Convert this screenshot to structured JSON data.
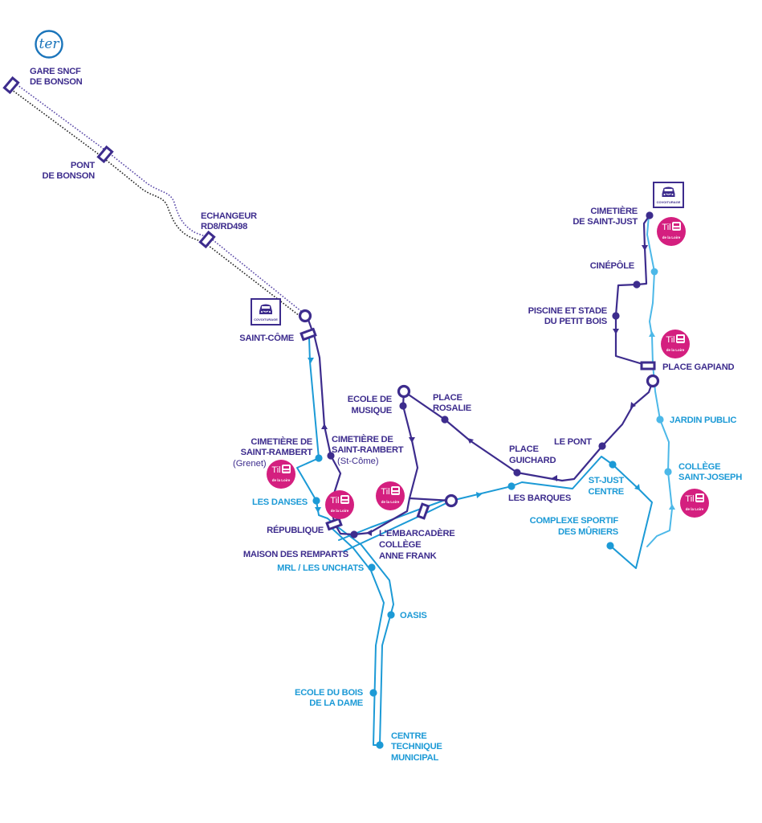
{
  "colors": {
    "purple_line": "#3d2c8d",
    "blue_line": "#1c9ad6",
    "cyan_line": "#4cb8e8",
    "til_magenta": "#d41f7f",
    "ter_blue": "#1b75bb"
  },
  "logos": {
    "ter": "ter",
    "til": {
      "name": "Til",
      "subtitle": "de la Loire"
    },
    "covoiturage": "COVOITURAGE"
  },
  "stations": [
    {
      "id": "gare-sncf-bonson",
      "lines": [
        "GARE SNCF",
        "DE BONSON"
      ]
    },
    {
      "id": "pont-de-bonson",
      "lines": [
        "PONT",
        "DE BONSON"
      ]
    },
    {
      "id": "echangeur",
      "lines": [
        "ECHANGEUR",
        "RD8/RD498"
      ]
    },
    {
      "id": "saint-come",
      "lines": [
        "SAINT-CÔME"
      ]
    },
    {
      "id": "cimetiere-saint-rambert-grenet",
      "lines": [
        "CIMETIÈRE DE",
        "SAINT-RAMBERT",
        "(Grenet)"
      ]
    },
    {
      "id": "cimetiere-saint-rambert-st-come",
      "lines": [
        "CIMETIÈRE DE",
        "SAINT-RAMBERT",
        "(St-Côme)"
      ]
    },
    {
      "id": "ecole-de-musique",
      "lines": [
        "ECOLE DE",
        "MUSIQUE"
      ]
    },
    {
      "id": "place-rosalie",
      "lines": [
        "PLACE",
        "ROSALIE"
      ]
    },
    {
      "id": "place-guichard",
      "lines": [
        "PLACE",
        "GUICHARD"
      ]
    },
    {
      "id": "le-pont",
      "lines": [
        "LE PONT"
      ]
    },
    {
      "id": "les-danses",
      "lines": [
        "LES DANSES"
      ]
    },
    {
      "id": "republique",
      "lines": [
        "RÉPUBLIQUE"
      ]
    },
    {
      "id": "maison-des-remparts",
      "lines": [
        "MAISON DES REMPARTS"
      ]
    },
    {
      "id": "mrl-les-unchats",
      "lines": [
        "MRL / LES UNCHATS"
      ]
    },
    {
      "id": "embarcadere",
      "lines": [
        "L'EMBARCADÈRE",
        "COLLÈGE",
        "ANNE FRANK"
      ]
    },
    {
      "id": "les-barques",
      "lines": [
        "LES BARQUES"
      ]
    },
    {
      "id": "st-just-centre",
      "lines": [
        "ST-JUST",
        "CENTRE"
      ]
    },
    {
      "id": "complexe-sportif",
      "lines": [
        "COMPLEXE SPORTIF",
        "DES MÛRIERS"
      ]
    },
    {
      "id": "oasis",
      "lines": [
        "OASIS"
      ]
    },
    {
      "id": "ecole-du-bois",
      "lines": [
        "ECOLE DU BOIS",
        "DE LA DAME"
      ]
    },
    {
      "id": "centre-technique",
      "lines": [
        "CENTRE",
        "TECHNIQUE",
        "MUNICIPAL"
      ]
    },
    {
      "id": "cimetiere-saint-just",
      "lines": [
        "CIMETIÈRE",
        "DE SAINT-JUST"
      ]
    },
    {
      "id": "cinepole",
      "lines": [
        "CINÉPÔLE"
      ]
    },
    {
      "id": "piscine",
      "lines": [
        "PISCINE ET STADE",
        "DU PETIT BOIS"
      ]
    },
    {
      "id": "place-gapiand",
      "lines": [
        "PLACE GAPIAND"
      ]
    },
    {
      "id": "jardin-public",
      "lines": [
        "JARDIN PUBLIC"
      ]
    },
    {
      "id": "college-saint-joseph",
      "lines": [
        "COLLÈGE",
        "SAINT-JOSEPH"
      ]
    }
  ]
}
